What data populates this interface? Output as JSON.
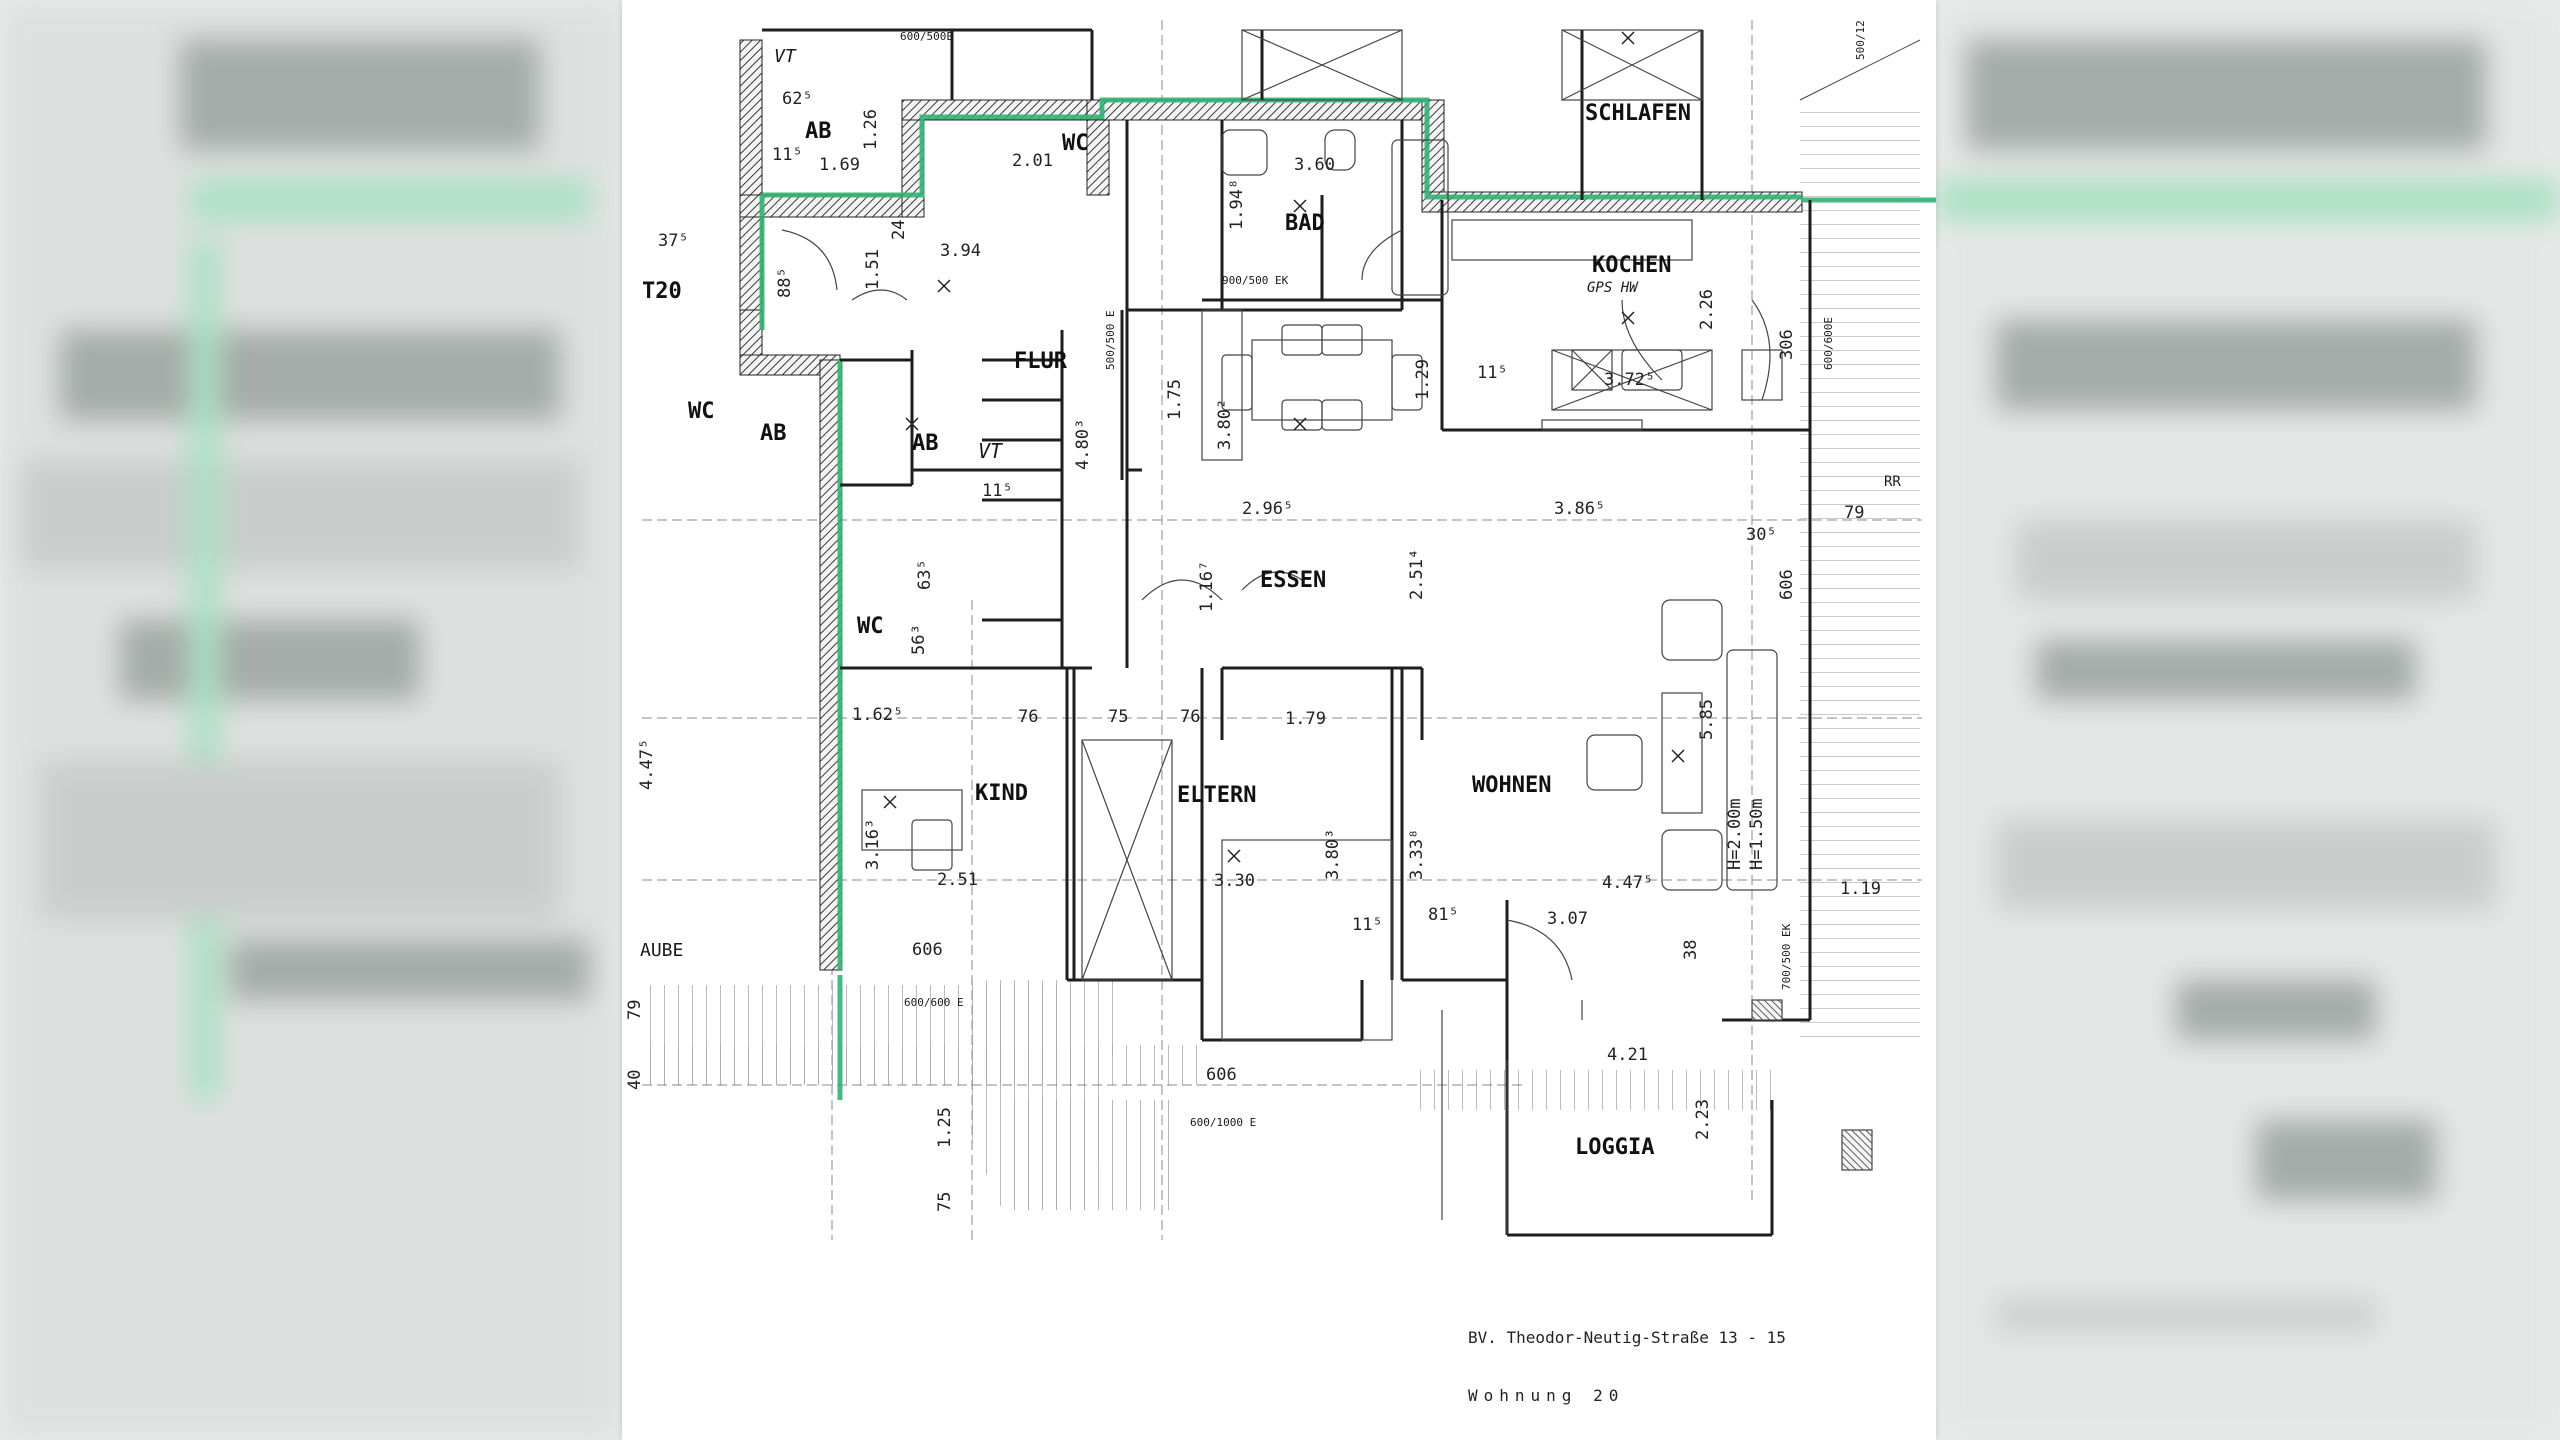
{
  "document": {
    "project_line": "BV. Theodor-Neutig-Straße 13 - 15",
    "unit_line": "Wohnung 20"
  },
  "rooms": {
    "schlafen": "SCHLAFEN",
    "bad": "BAD",
    "kochen": "KOCHEN",
    "kochen_sub": "GPS HW",
    "flur": "FLUR",
    "essen": "ESSEN",
    "wohnen": "WOHNEN",
    "kind": "KIND",
    "eltern": "ELTERN",
    "loggia": "LOGGIA",
    "wc": "WC",
    "ab": "AB",
    "wc_left": "WC",
    "ab_left": "AB",
    "ab_top": "AB",
    "wc_top": "WC",
    "vt": "VT",
    "vt_top": "VT",
    "aube": "AUBE",
    "t120": "T20"
  },
  "dimensions": {
    "d394": "3.94",
    "d360": "3.60",
    "d201": "2.01",
    "d194": "1.94⁸",
    "d296": "2.96⁵",
    "d386": "3.86⁵",
    "d372": "3.72⁵",
    "d226": "2.26",
    "d306": "306",
    "d606r": "606",
    "d251": "2.51⁴",
    "d175": "1.75",
    "d380": "3.80²",
    "d129": "1.29",
    "d167": "1.16⁷",
    "d162": "1.62⁵",
    "d179": "1.79",
    "d316": "3.16³",
    "d251b": "2.51",
    "d330": "3.30",
    "d333": "3.33⁸",
    "d380b": "3.80³",
    "d447": "4.47⁵",
    "d307": "3.07",
    "d421": "4.21",
    "d223": "2.23",
    "d606a": "606",
    "d606b": "606",
    "d585": "5.85",
    "d200": "H=2.00m",
    "d150": "H=1.50m",
    "d119": "1.19",
    "d125": "1.25",
    "d75": "75",
    "d79": "79",
    "d40": "40",
    "d447l": "4.47⁵",
    "d76a": "76",
    "d76b": "76",
    "d75b": "75",
    "d11a": "11⁵",
    "d11b": "11⁵",
    "d11c": "11⁵",
    "d11d": "11⁵",
    "d151": "1.51",
    "d480": "4.80³",
    "d88": "88⁵",
    "d63": "63⁵",
    "d56": "56³",
    "d169": "1.69",
    "d126": "1.26",
    "d62": "62⁵",
    "d37": "37⁵",
    "d24": "24",
    "d79b": "79",
    "d30": "30⁵",
    "d38": "38",
    "d81": "81⁵"
  },
  "labels_small": {
    "e1": "600/500E",
    "e2": "900/500 EK",
    "e3": "500/500 E",
    "e4": "600/600 E",
    "e5": "600/1000 E",
    "e6": "700/500 EK",
    "e7": "500/12",
    "e8": "600/600E",
    "rr": "RR"
  },
  "colors": {
    "green_wall": "#2fb472",
    "hatch_wall": "#3a3a3a",
    "line": "#2a2a2a"
  }
}
